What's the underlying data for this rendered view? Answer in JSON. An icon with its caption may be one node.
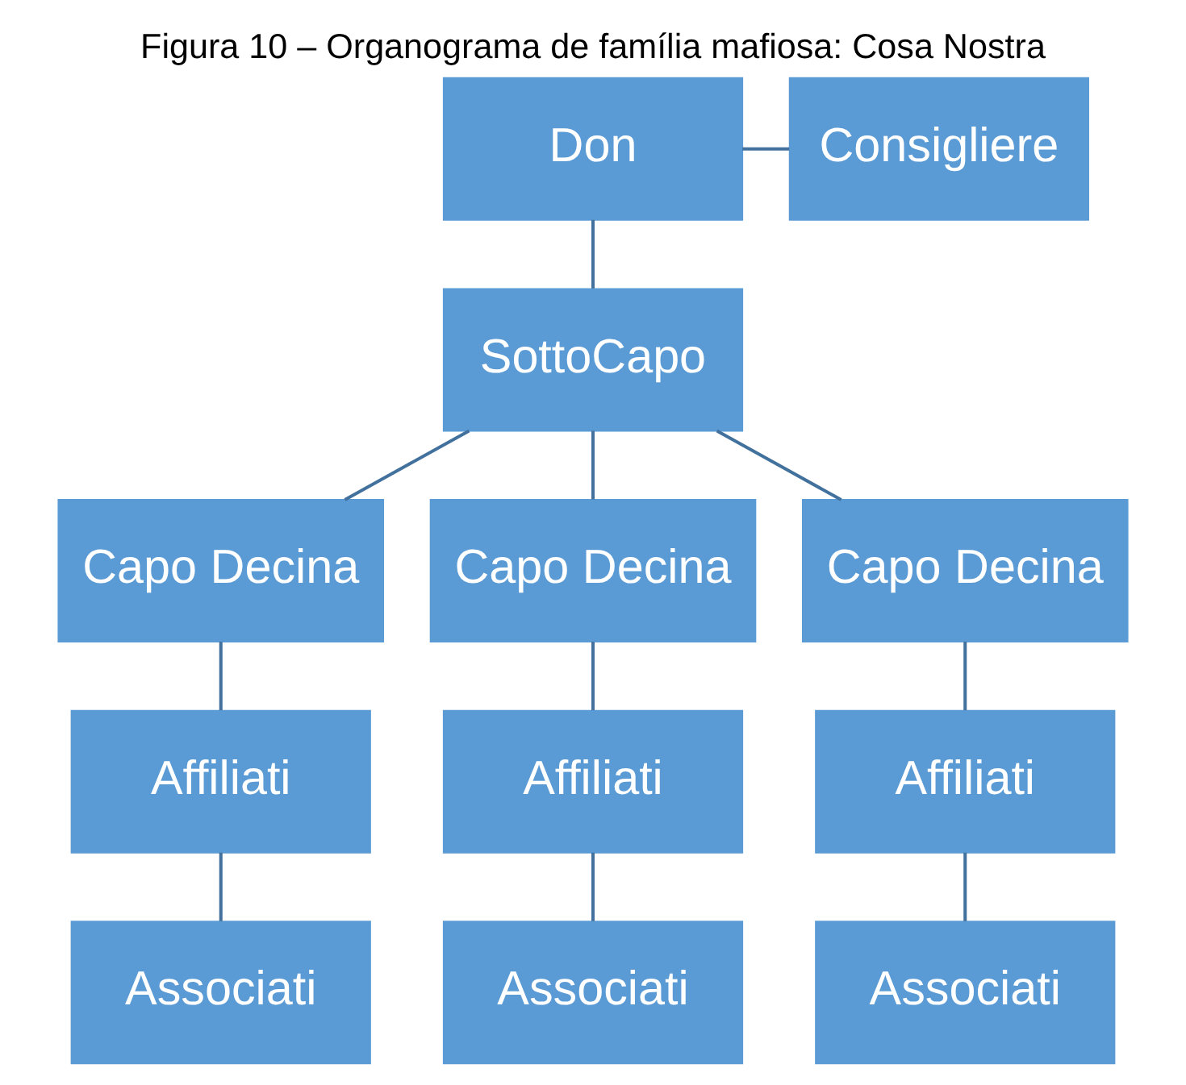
{
  "diagram": {
    "title": "Figura 10 – Organograma de família mafiosa: Cosa Nostra",
    "nodes": [
      {
        "text": [
          "Don"
        ]
      },
      {
        "text": [
          "Consigliere"
        ]
      },
      {
        "text": [
          "SottoCapo"
        ]
      },
      {
        "text": [
          "Capo Decina"
        ]
      },
      {
        "text": [
          "Capo Decina"
        ]
      },
      {
        "text": [
          "Capo Decina"
        ]
      },
      {
        "text": [
          "Affiliati"
        ]
      },
      {
        "text": [
          "Affiliati"
        ]
      },
      {
        "text": [
          "Affiliati"
        ]
      },
      {
        "text": [
          "Associati"
        ]
      },
      {
        "text": [
          "Associati"
        ]
      },
      {
        "text": [
          "Associati"
        ]
      }
    ],
    "edges": [
      {
        "from": 0,
        "to": 1,
        "arrow": "none"
      },
      {
        "from": 0,
        "to": 2,
        "arrow": "none"
      },
      {
        "from": 2,
        "to": 3,
        "arrow": "none"
      },
      {
        "from": 2,
        "to": 4,
        "arrow": "none"
      },
      {
        "from": 2,
        "to": 5,
        "arrow": "none"
      },
      {
        "from": 3,
        "to": 6,
        "arrow": "none"
      },
      {
        "from": 4,
        "to": 7,
        "arrow": "none"
      },
      {
        "from": 5,
        "to": 8,
        "arrow": "none"
      },
      {
        "from": 6,
        "to": 9,
        "arrow": "none"
      },
      {
        "from": 7,
        "to": 10,
        "arrow": "none"
      },
      {
        "from": 8,
        "to": 11,
        "arrow": "none"
      }
    ]
  }
}
